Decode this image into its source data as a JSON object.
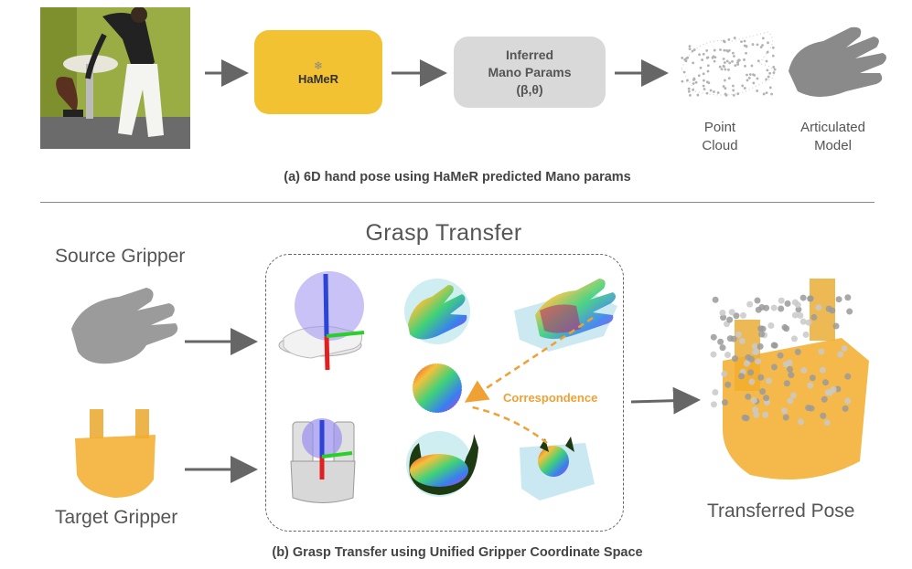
{
  "part_a": {
    "hamer_label": "HaMeR",
    "mano_box_line1": "Inferred",
    "mano_box_line2": "Mano Params",
    "mano_box_line3": "(β,θ)",
    "point_cloud_line1": "Point",
    "point_cloud_line2": "Cloud",
    "articulated_line1": "Articulated",
    "articulated_line2": "Model",
    "caption": "(a) 6D hand pose using HaMeR predicted Mano params"
  },
  "part_b": {
    "title": "Grasp Transfer",
    "source_label": "Source Gripper",
    "target_label": "Target Gripper",
    "correspondence_label": "Correspondence",
    "result_label": "Transferred Pose",
    "caption": "(b) Grasp Transfer using Unified Gripper Coordinate Space"
  },
  "colors": {
    "hamer_box": "#f2c233",
    "mano_box": "#d9d9d9",
    "correspondence": "#f0a134",
    "gripper_orange": "#f2ad2a",
    "sphere_purple": "#9a8ff0"
  }
}
